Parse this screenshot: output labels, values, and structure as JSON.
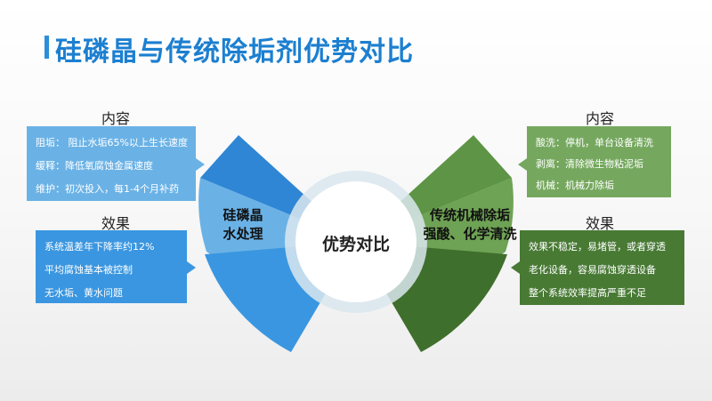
{
  "title": "硅磷晶与传统除垢剂优势对比",
  "center_label": "优势对比",
  "left": {
    "wing_line1": "硅磷晶",
    "wing_line2": "水处理",
    "content_label": "内容",
    "content_items": [
      "阻垢：  阻止水垢65%以上生长速度",
      "缓释：降低氧腐蚀金属速度",
      "维护：初次投入，每1-4个月补药"
    ],
    "effect_label": "效果",
    "effect_items": [
      "系统温差年下降率约12%",
      "平均腐蚀基本被控制",
      "无水垢、黄水问题"
    ]
  },
  "right": {
    "wing_line1": "传统机械除垢",
    "wing_line2": "强酸、化学清洗",
    "content_label": "内容",
    "content_items": [
      "酸洗：停机，单台设备清洗",
      "剥离：清除微生物粘泥垢",
      "机械：机械力除垢"
    ],
    "effect_label": "效果",
    "effect_items": [
      "效果不稳定，易堵管，或者穿透",
      "老化设备，容易腐蚀穿透设备",
      "整个系统效率提高严重不足"
    ]
  },
  "colors": {
    "title": "#1c7fd0",
    "blue_light": "#6ab2e6",
    "blue_dark": "#3a96e0",
    "green_light": "#75a85e",
    "green_dark": "#487a34"
  }
}
